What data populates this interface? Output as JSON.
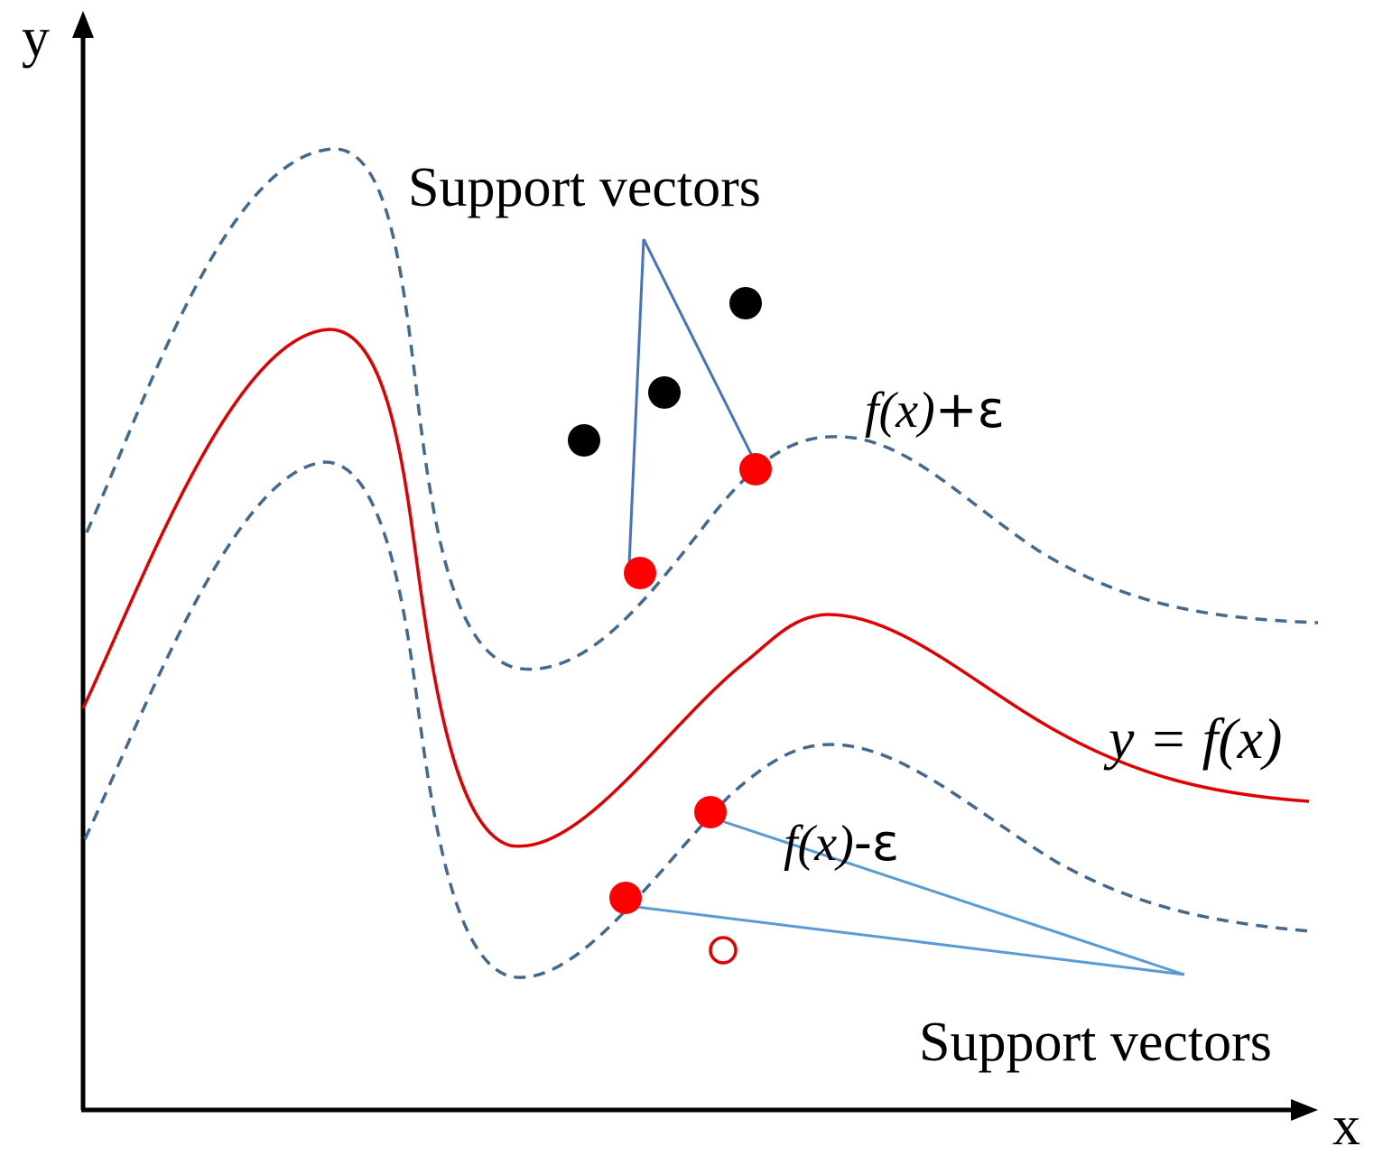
{
  "axes": {
    "x_label": "x",
    "y_label": "y"
  },
  "labels": {
    "support_vectors_top": "Support vectors",
    "support_vectors_bottom": "Support vectors",
    "upper_bound": {
      "fn": "f(x)",
      "suffix": "+ε"
    },
    "lower_bound": {
      "fn": "f(x)",
      "suffix": "-ε"
    },
    "regression": "y = f(x)"
  },
  "colors": {
    "axis": "#000000",
    "regression_curve": "#e00000",
    "bound_curves": "#44698f",
    "support_vector_points": "#ff0000",
    "outside_points": "#000000",
    "pointer_lines": "#4472c4",
    "pointer_lines_lower": "#5b9bd5"
  },
  "legend": {
    "regression_curve": "solid red line",
    "bound_curves": "dashed blue lines",
    "support_vectors": "filled red dots",
    "outside_points": "filled black dots",
    "open_point": "hollow red circle"
  }
}
